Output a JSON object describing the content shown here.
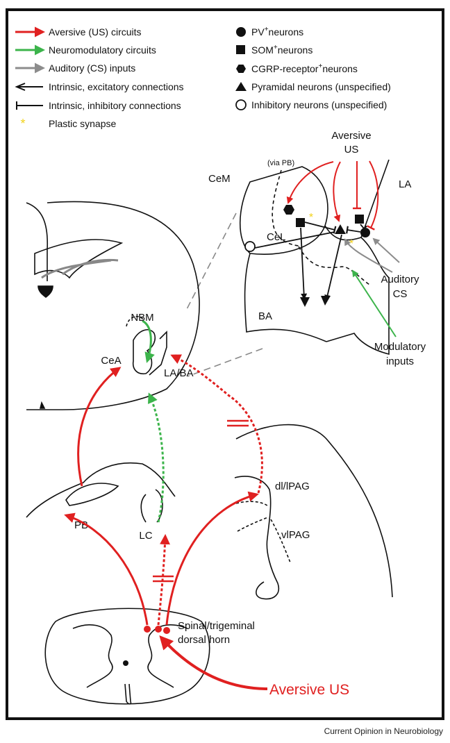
{
  "legend": {
    "aversive": "Aversive (US) circuits",
    "neuromodulatory": "Neuromodulatory circuits",
    "auditory": "Auditory (CS) inputs",
    "excitatory": "Intrinsic, excitatory connections",
    "inhibitory": "Intrinsic, inhibitory connections",
    "plastic": "Plastic synapse",
    "pv": "neurons",
    "pv_prefix": "PV",
    "som": "neurons",
    "som_prefix": "SOM",
    "cgrp": "neurons",
    "cgrp_prefix": "CGRP-receptor",
    "pyramidal": "Pyramidal neurons (unspecified)",
    "inhib_unspec": "Inhibitory neurons (unspecified)",
    "superscript_plus": "+"
  },
  "labels": {
    "aversive_us_top": "Aversive",
    "aversive_us_top2": "US",
    "via_pb": "(via PB)",
    "cem": "CeM",
    "cel": "CeL",
    "la": "LA",
    "ba": "BA",
    "auditory_cs1": "Auditory",
    "auditory_cs2": "CS",
    "modulatory1": "Modulatory",
    "modulatory2": "inputs",
    "nbm": "NBM",
    "cea": "CeA",
    "la_ba": "LA/BA",
    "dlpag": "dl/lPAG",
    "vlpag": "vlPAG",
    "pb": "PB",
    "lc": "LC",
    "spinal1": "Spinal/trigeminal",
    "spinal2": "dorsal horn",
    "aversive_us_bottom": "Aversive US"
  },
  "colors": {
    "aversive": "#e02020",
    "neuromodulatory": "#3cb44b",
    "auditory": "#8c8c8c",
    "plastic": "#f2d21a",
    "ink": "#111111"
  },
  "credit": "Current Opinion in Neurobiology"
}
